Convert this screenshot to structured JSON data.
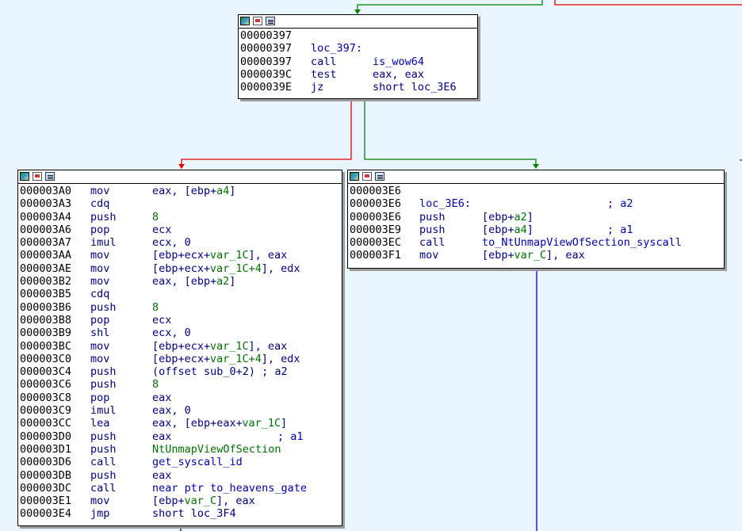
{
  "colors": {
    "background": "#eaf6ff",
    "edge_true": "#008000",
    "edge_false": "#e00000",
    "edge_jump": "#0000c0"
  },
  "node_icons": [
    "graph-icon",
    "edit-icon",
    "listing-icon"
  ],
  "blocks": [
    {
      "id": "loc_397",
      "lines": [
        {
          "addr": "00000397",
          "parts": []
        },
        {
          "addr": "00000397",
          "parts": [
            {
              "t": "loc_397:",
              "c": "label",
              "col": 0
            }
          ]
        },
        {
          "addr": "00000397",
          "parts": [
            {
              "t": "call",
              "c": "mn",
              "col": 0
            },
            {
              "t": "is_wow64",
              "c": "label",
              "col": 1
            }
          ]
        },
        {
          "addr": "0000039C",
          "parts": [
            {
              "t": "test",
              "c": "mn",
              "col": 0
            },
            {
              "t": "eax, eax",
              "c": "op",
              "col": 1
            }
          ]
        },
        {
          "addr": "0000039E",
          "parts": [
            {
              "t": "jz",
              "c": "mn",
              "col": 0
            },
            {
              "t": "short loc_3E6",
              "c": "op",
              "col": 1
            }
          ]
        }
      ]
    },
    {
      "id": "block_3A0",
      "lines": [
        {
          "addr": "000003A0",
          "parts": [
            {
              "t": "mov",
              "c": "mn",
              "col": 0
            },
            {
              "t": "eax, [ebp+",
              "c": "op",
              "col": 1
            },
            {
              "t": "a4",
              "c": "num",
              "col": 2
            },
            {
              "t": "]",
              "c": "op",
              "col": 3
            }
          ]
        },
        {
          "addr": "000003A3",
          "parts": [
            {
              "t": "cdq",
              "c": "mn",
              "col": 0
            }
          ]
        },
        {
          "addr": "000003A4",
          "parts": [
            {
              "t": "push",
              "c": "mn",
              "col": 0
            },
            {
              "t": "8",
              "c": "num",
              "col": 1
            }
          ]
        },
        {
          "addr": "000003A6",
          "parts": [
            {
              "t": "pop",
              "c": "mn",
              "col": 0
            },
            {
              "t": "ecx",
              "c": "op",
              "col": 1
            }
          ]
        },
        {
          "addr": "000003A7",
          "parts": [
            {
              "t": "imul",
              "c": "mn",
              "col": 0
            },
            {
              "t": "ecx, 0",
              "c": "op",
              "col": 1
            }
          ]
        },
        {
          "addr": "000003AA",
          "parts": [
            {
              "t": "mov",
              "c": "mn",
              "col": 0
            },
            {
              "t": "[ebp+ecx+",
              "c": "op",
              "col": 1
            },
            {
              "t": "var_1C",
              "c": "num",
              "col": 2
            },
            {
              "t": "], eax",
              "c": "op",
              "col": 3
            }
          ]
        },
        {
          "addr": "000003AE",
          "parts": [
            {
              "t": "mov",
              "c": "mn",
              "col": 0
            },
            {
              "t": "[ebp+ecx+",
              "c": "op",
              "col": 1
            },
            {
              "t": "var_1C+4",
              "c": "num",
              "col": 2
            },
            {
              "t": "], edx",
              "c": "op",
              "col": 3
            }
          ]
        },
        {
          "addr": "000003B2",
          "parts": [
            {
              "t": "mov",
              "c": "mn",
              "col": 0
            },
            {
              "t": "eax, [ebp+",
              "c": "op",
              "col": 1
            },
            {
              "t": "a2",
              "c": "num",
              "col": 2
            },
            {
              "t": "]",
              "c": "op",
              "col": 3
            }
          ]
        },
        {
          "addr": "000003B5",
          "parts": [
            {
              "t": "cdq",
              "c": "mn",
              "col": 0
            }
          ]
        },
        {
          "addr": "000003B6",
          "parts": [
            {
              "t": "push",
              "c": "mn",
              "col": 0
            },
            {
              "t": "8",
              "c": "num",
              "col": 1
            }
          ]
        },
        {
          "addr": "000003B8",
          "parts": [
            {
              "t": "pop",
              "c": "mn",
              "col": 0
            },
            {
              "t": "ecx",
              "c": "op",
              "col": 1
            }
          ]
        },
        {
          "addr": "000003B9",
          "parts": [
            {
              "t": "shl",
              "c": "mn",
              "col": 0
            },
            {
              "t": "ecx, 0",
              "c": "op",
              "col": 1
            }
          ]
        },
        {
          "addr": "000003BC",
          "parts": [
            {
              "t": "mov",
              "c": "mn",
              "col": 0
            },
            {
              "t": "[ebp+ecx+",
              "c": "op",
              "col": 1
            },
            {
              "t": "var_1C",
              "c": "num",
              "col": 2
            },
            {
              "t": "], eax",
              "c": "op",
              "col": 3
            }
          ]
        },
        {
          "addr": "000003C0",
          "parts": [
            {
              "t": "mov",
              "c": "mn",
              "col": 0
            },
            {
              "t": "[ebp+ecx+",
              "c": "op",
              "col": 1
            },
            {
              "t": "var_1C+4",
              "c": "num",
              "col": 2
            },
            {
              "t": "], edx",
              "c": "op",
              "col": 3
            }
          ]
        },
        {
          "addr": "000003C4",
          "parts": [
            {
              "t": "push",
              "c": "mn",
              "col": 0
            },
            {
              "t": "(offset sub_0+2) ; a2",
              "c": "op",
              "col": 1
            }
          ]
        },
        {
          "addr": "000003C6",
          "parts": [
            {
              "t": "push",
              "c": "mn",
              "col": 0
            },
            {
              "t": "8",
              "c": "num",
              "col": 1
            }
          ]
        },
        {
          "addr": "000003C8",
          "parts": [
            {
              "t": "pop",
              "c": "mn",
              "col": 0
            },
            {
              "t": "eax",
              "c": "op",
              "col": 1
            }
          ]
        },
        {
          "addr": "000003C9",
          "parts": [
            {
              "t": "imul",
              "c": "mn",
              "col": 0
            },
            {
              "t": "eax, 0",
              "c": "op",
              "col": 1
            }
          ]
        },
        {
          "addr": "000003CC",
          "parts": [
            {
              "t": "lea",
              "c": "mn",
              "col": 0
            },
            {
              "t": "eax, [ebp+eax+",
              "c": "op",
              "col": 1
            },
            {
              "t": "var_1C",
              "c": "num",
              "col": 2
            },
            {
              "t": "]",
              "c": "op",
              "col": 3
            }
          ]
        },
        {
          "addr": "000003D0",
          "parts": [
            {
              "t": "push",
              "c": "mn",
              "col": 0
            },
            {
              "t": "eax",
              "c": "op",
              "col": 1
            },
            {
              "t": "; a1",
              "c": "cmt",
              "col": 5
            }
          ]
        },
        {
          "addr": "000003D1",
          "parts": [
            {
              "t": "push",
              "c": "mn",
              "col": 0
            },
            {
              "t": "NtUnmapViewOfSection",
              "c": "num",
              "col": 1
            }
          ]
        },
        {
          "addr": "000003D6",
          "parts": [
            {
              "t": "call",
              "c": "mn",
              "col": 0
            },
            {
              "t": "get_syscall_id",
              "c": "label",
              "col": 1
            }
          ]
        },
        {
          "addr": "000003DB",
          "parts": [
            {
              "t": "push",
              "c": "mn",
              "col": 0
            },
            {
              "t": "eax",
              "c": "op",
              "col": 1
            }
          ]
        },
        {
          "addr": "000003DC",
          "parts": [
            {
              "t": "call",
              "c": "mn",
              "col": 0
            },
            {
              "t": "near ptr to_heavens_gate",
              "c": "label",
              "col": 1
            }
          ]
        },
        {
          "addr": "000003E1",
          "parts": [
            {
              "t": "mov",
              "c": "mn",
              "col": 0
            },
            {
              "t": "[ebp+",
              "c": "op",
              "col": 1
            },
            {
              "t": "var_C",
              "c": "num",
              "col": 2
            },
            {
              "t": "], eax",
              "c": "op",
              "col": 3
            }
          ]
        },
        {
          "addr": "000003E4",
          "parts": [
            {
              "t": "jmp",
              "c": "mn",
              "col": 0
            },
            {
              "t": "short loc_3F4",
              "c": "op",
              "col": 1
            }
          ]
        }
      ]
    },
    {
      "id": "loc_3E6",
      "lines": [
        {
          "addr": "000003E6",
          "parts": []
        },
        {
          "addr": "000003E6",
          "parts": [
            {
              "t": "loc_3E6:",
              "c": "label",
              "col": 0
            },
            {
              "t": "; a2",
              "c": "cmt",
              "col": 4
            }
          ]
        },
        {
          "addr": "000003E6",
          "parts": [
            {
              "t": "push",
              "c": "mn",
              "col": 0
            },
            {
              "t": "[ebp+",
              "c": "op",
              "col": 6
            },
            {
              "t": "a2",
              "c": "num",
              "col": 7
            },
            {
              "t": "]",
              "c": "op",
              "col": 8
            }
          ]
        },
        {
          "addr": "000003E9",
          "parts": [
            {
              "t": "push",
              "c": "mn",
              "col": 0
            },
            {
              "t": "[ebp+",
              "c": "op",
              "col": 6
            },
            {
              "t": "a4",
              "c": "num",
              "col": 7
            },
            {
              "t": "]",
              "c": "op",
              "col": 8
            },
            {
              "t": "; a1",
              "c": "cmt",
              "col": 4
            }
          ]
        },
        {
          "addr": "000003EC",
          "parts": [
            {
              "t": "call",
              "c": "mn",
              "col": 0
            },
            {
              "t": "to_NtUnmapViewOfSection_syscall",
              "c": "label",
              "col": 6
            }
          ]
        },
        {
          "addr": "000003F1",
          "parts": [
            {
              "t": "mov",
              "c": "mn",
              "col": 0
            },
            {
              "t": "[ebp+",
              "c": "op",
              "col": 6
            },
            {
              "t": "var_C",
              "c": "num",
              "col": 7
            },
            {
              "t": "], eax",
              "c": "op",
              "col": 8
            }
          ]
        }
      ]
    }
  ]
}
